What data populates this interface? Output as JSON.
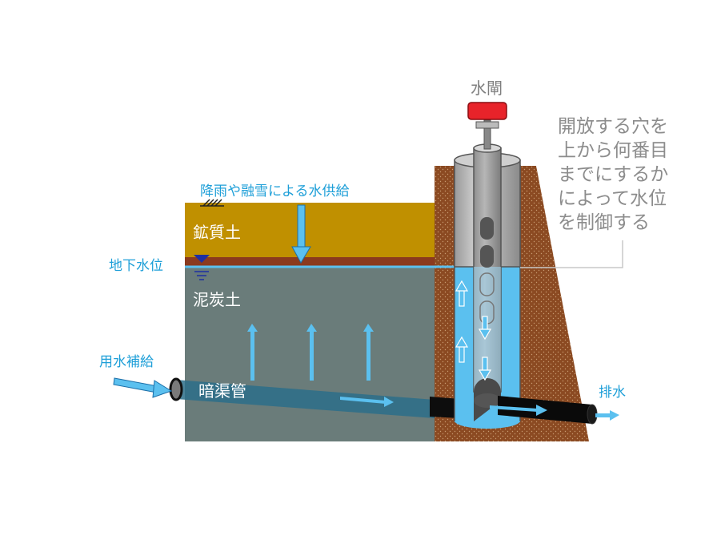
{
  "labels": {
    "gate": "水閘",
    "rain_supply": "降雨や融雪による水供給",
    "mineral_soil": "鉱質土",
    "water_table": "地下水位",
    "peat_soil": "泥炭土",
    "irrigation_supply": "用水補給",
    "drain_pipe": "暗渠管",
    "discharge": "排水"
  },
  "note_lines": [
    "開放する穴を",
    "上から何番目",
    "までにするか",
    "によって水位",
    "を制御する"
  ],
  "colors": {
    "mineral_soil": "#c09000",
    "peat_soil": "#6a7c7a",
    "embankment": "#8b4a22",
    "water": "#5bc0ef",
    "label_blue": "#1e9fd8",
    "gate_red": "#e8232a"
  }
}
